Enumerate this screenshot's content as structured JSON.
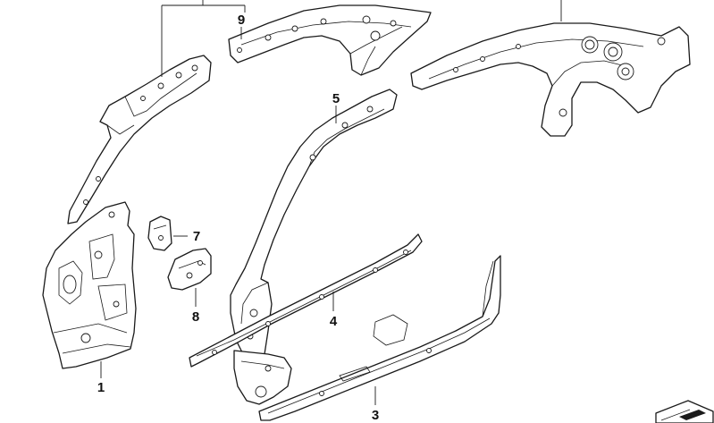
{
  "callouts": [
    {
      "id": "1",
      "label": "1"
    },
    {
      "id": "3",
      "label": "3"
    },
    {
      "id": "4",
      "label": "4"
    },
    {
      "id": "5",
      "label": "5"
    },
    {
      "id": "7",
      "label": "7"
    },
    {
      "id": "8",
      "label": "8"
    },
    {
      "id": "9",
      "label": "9"
    }
  ],
  "colors": {
    "line": "#1a1a1a",
    "background": "#ffffff"
  }
}
